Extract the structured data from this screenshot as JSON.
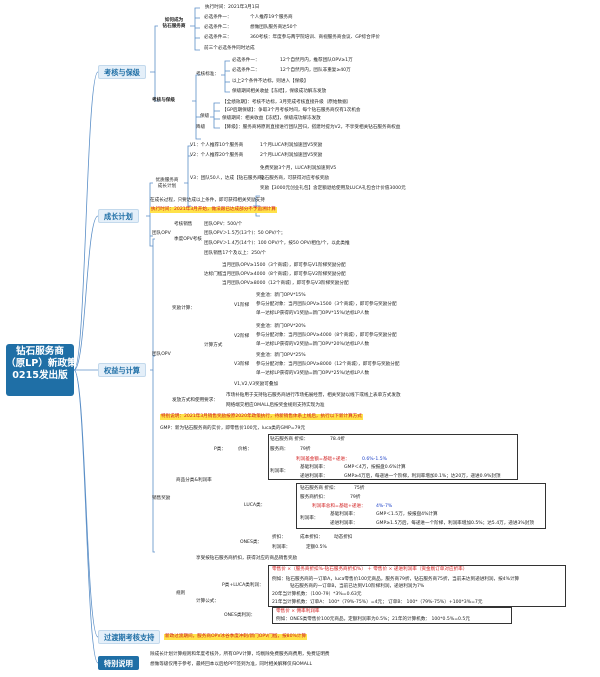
{
  "root": {
    "line1": "钻石服务商",
    "line2": "（原LP）新政策",
    "line3": "0215发出版"
  },
  "sections": {
    "s1": "考核与保级",
    "s2": "成长计划",
    "s3": "权益与计算",
    "s4": "过渡期考核支持",
    "s5": "特别说明"
  },
  "s1": {
    "exec_date": "执行时间：2021年3月1日",
    "become": "如何成为\n钻石服务商",
    "cond1_label": "必选条件一：",
    "cond1_text": "个人推荐19个服务商",
    "cond2_label": "必选条件二：",
    "cond2_text": "想做团队服务商达50个",
    "cond3_label": "必选条件三：",
    "cond3_text": "360考核：年度参与两学院培训、商视服务商会议、GP综合评价",
    "cond_note": "前三个必选条件同时达成",
    "kaohe": "考核与保级",
    "kaohe_std": "考核标准：",
    "std1_label": "必选条件一：",
    "std1_text": "12个自然月内，推荐团队OPV≥1万",
    "std2_label": "必选条件二：",
    "std2_text": "12个自然月内，团队非重复≥40万",
    "std3_text": "以上2个条件不达标，则进入【保级】",
    "std4_text": "保级期间相关收益【冻结】，保级成功解冻发放",
    "baoji": "保级",
    "bj1": "【全绩效期】：考核不达标，3月完成考核直接升级（原始数据）",
    "bj2": "【GP后期保级】：争取3个月考核时间，每个钻石服务商仅有1次机会",
    "bj3": "保级期间：相关收益【冻结】，保级成功解冻发放",
    "jiangji": "降级",
    "jj1": "【降级】：服务商将原则直接进行团队回归，搭建时提为V2，不享受相关钻石服务商权益"
  },
  "s2": {
    "label": "优质服务商\n成长计划",
    "v1": "V1：个人推荐10个服务商",
    "v1r": "1个月LUCA利润加速团V5奖励",
    "v2": "V2：个人推荐20个服务商",
    "v2r": "2个月LUCA利润加速团V5奖励",
    "v3": "V3：团队50人，达成【钻石服务商】",
    "v3r1": "免费奖励3个月，LUCA利润加速到V5",
    "v3r2": "钻石服务商，可获得对应考核奖励",
    "v3r3": "奖励【3000元创业礼包】含定额退给使用及LUCA礼包合计价值3000元",
    "note1": "在成长过程，只要达成以上条件，即可获得相关奖励支持",
    "note2": "执行时间：2021年3月开始，做法跟已达成部分不予追溯计算"
  },
  "s3": {
    "team_opv": "团队OPV",
    "team_opv_items": [
      "考核销售",
      "团队OPV：500/个",
      "季度OPV考核",
      "团队OPV＞1.5万(13个)：50 OPV/个；",
      "团队OPV＞1.4万(14个)：100 OPV/个，按50 OPV/相位/个，以此类推",
      "团队销售17个及以上：250/个"
    ],
    "opv_label": "团队OPV",
    "jiangli": "奖励计算：",
    "dacheng": "达标门槛",
    "dacheng_items": [
      "当月团队OPV≥1500（3个商城），即可参与V1阶梯奖励分配",
      "当月团队OPV≥4000（8个商城），即可参与V2阶梯奖励分配",
      "当月团队OPV≥8000（12个商城），即可参与V3阶梯奖励分配"
    ],
    "jisuan": "计算方式",
    "v1": "V1阶梯",
    "v1_items": [
      "奖金池：新门OPV*15%",
      "参与分配对象：当月团队OPV≥1500（3个商城），即可参与奖励分配",
      "单一达标LP获得的V1奖励=新门OPV*15%/达标LP人数"
    ],
    "v2": "V2阶梯",
    "v2_items": [
      "奖金池：新门OPV*20%",
      "参与分配对象：当月团队OPV≥4000（8个商城），即可参与奖励分配",
      "单一达标LP获得的V2奖励=新门OPV*20%/达标LP人数"
    ],
    "v3": "V3阶梯",
    "v3_items": [
      "奖金池：新门OPV*25%",
      "参与分配对象：当月团队OPV≥8000（12个商城），即可参与奖励分配",
      "单一达标LP获得的V3奖励=新门OPV*25%/达标LP人数"
    ],
    "v_note": "V1,V2,V3奖励可叠加",
    "fafang": "发放方式和使用要求：",
    "ff1": "市场补贴用于支持钻石服务商进行市场拓展经营，相关奖励以线下或线上表单方式发放",
    "ff2": "网络端交相应OMALL后按奖金规则支持实现为准",
    "special": "特别说明：2021年3月销售奖励按原2020年政策执行，待新销售体系上线后，执行以下新计算方式",
    "gmp": "GMP：新为钻石服务商的实价，即零售价100元，luca类的GMP=79元",
    "sales_bonus": "销售奖励",
    "product_calc": "商品分类&利润率",
    "pclass": "P类：",
    "luca": "LUCA类：",
    "ones": "ONES类：",
    "p_items": {
      "zhekou": "价格：",
      "a": "钻石服务商 折扣：",
      "a_v": "78.4折",
      "b": "服务商：",
      "b_v": "79折",
      "c": "利润差金额=基础+递进：",
      "c_v": "0.6%-1.5%",
      "d": "利润率：",
      "d1": "基础利润率：",
      "d1_v": "GMP＜4万，按报盘0.6%计算",
      "d2": "递进利润率：",
      "d2_v": "GMP≥4万后，每递进一个阶梯，利润率增加0.1%；达20万，递进0.9%封顶"
    },
    "luca_items": {
      "a": "钻石服务商 折扣：",
      "a_v": "75折",
      "b": "服务商折扣：",
      "b_v": "79折",
      "c": "利润率总和=基础+递进：",
      "c_v": "4%-7%",
      "d": "利润率：",
      "d1": "基础利润率：",
      "d1_v": "GMP＜1.5万，按报盘4%计算",
      "d2": "递进利润率：",
      "d2_v": "GMP≥1.5万后，每递进一个阶梯，利润率增加0.5%；达5.4万，递进3%封顶"
    },
    "ones_items": {
      "a": "折扣：",
      "a1": "成本折扣：",
      "a1_v": "动态折扣",
      "b": "利润率：",
      "b1": "定额0.5%"
    },
    "guize": "规则",
    "gz_intro": "享受按钻石服务商折扣，获得对应的商品销售奖励",
    "jisuan_gongshi": "计算公式：",
    "p_luca": "P类+LUCA类利润：",
    "f1": "零售价 ×（服务商折扣%-钻石服务商折扣%） ＋ 零售价 × 递进利润率（资金剔订单对应折率）",
    "f2": "例如：钻石服务商的一订单A，luca零售价100元商品，服务商79折，钻石服务商75折，当前未达到递进利润，按4%计算",
    "f3": "钻石服务商的一订单B，当前已达到V10阶梯利润，递进利润为7%",
    "f4": "20年当计算机数：（100-79）*3%=0.63元",
    "f5": "21年当计算机数：订单A：  100*（79%-75%）=4元；  订单B：  100*（79%-75%）+100*3%=7元",
    "ones_profit": "ONES类利润：",
    "f6": "零售价 × 佣率利润率",
    "f7": "例如：ONES类零售价100元商品，定额利润率为0.5%；21年的计算机数：  100*0.5%=0.5元"
  },
  "s4": {
    "text": "新政过渡期间，服务商OPV冰谷季度冲刺/新门OPV门槛，按80%计算"
  },
  "s5": {
    "t1": "除成长计划计算规则和年度考核外，所有OPV计算，均剔除免费服务商费用，免费证明费",
    "t2": "想做等级仅用于参考，最终回本以后给PPT签到为准，同时相关解释仅归OMALL"
  }
}
